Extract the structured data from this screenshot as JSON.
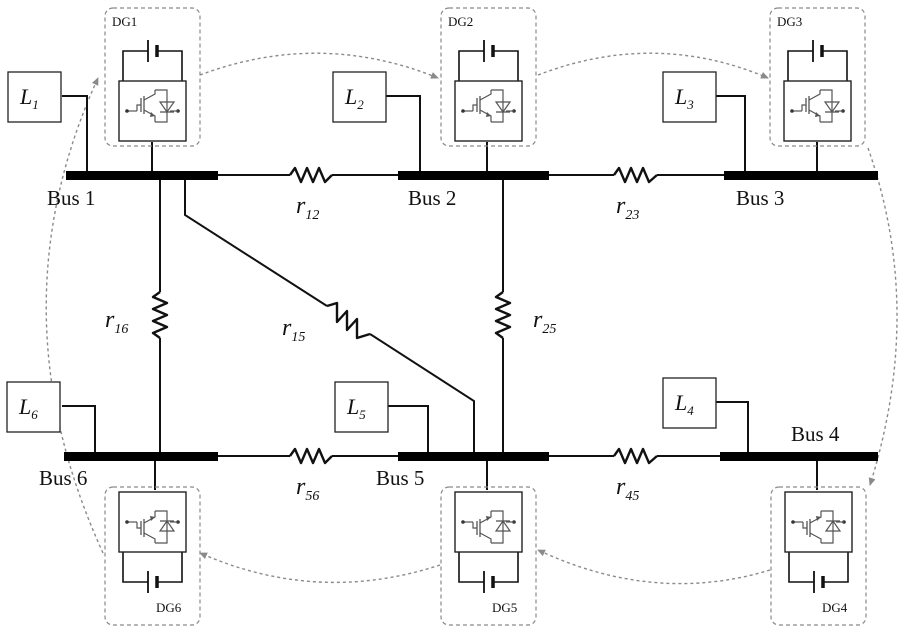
{
  "buses": [
    {
      "id": "bus1",
      "label": "Bus 1"
    },
    {
      "id": "bus2",
      "label": "Bus 2"
    },
    {
      "id": "bus3",
      "label": "Bus 3"
    },
    {
      "id": "bus4",
      "label": "Bus 4"
    },
    {
      "id": "bus5",
      "label": "Bus 5"
    },
    {
      "id": "bus6",
      "label": "Bus 6"
    }
  ],
  "loads": [
    {
      "id": "L1",
      "base": "L",
      "sub": "1"
    },
    {
      "id": "L2",
      "base": "L",
      "sub": "2"
    },
    {
      "id": "L3",
      "base": "L",
      "sub": "3"
    },
    {
      "id": "L4",
      "base": "L",
      "sub": "4"
    },
    {
      "id": "L5",
      "base": "L",
      "sub": "5"
    },
    {
      "id": "L6",
      "base": "L",
      "sub": "6"
    }
  ],
  "lines": [
    {
      "id": "r12",
      "base": "r",
      "sub": "12"
    },
    {
      "id": "r23",
      "base": "r",
      "sub": "23"
    },
    {
      "id": "r16",
      "base": "r",
      "sub": "16"
    },
    {
      "id": "r15",
      "base": "r",
      "sub": "15"
    },
    {
      "id": "r25",
      "base": "r",
      "sub": "25"
    },
    {
      "id": "r56",
      "base": "r",
      "sub": "56"
    },
    {
      "id": "r45",
      "base": "r",
      "sub": "45"
    }
  ],
  "generators": [
    {
      "id": "DG1",
      "label": "DG1"
    },
    {
      "id": "DG2",
      "label": "DG2"
    },
    {
      "id": "DG3",
      "label": "DG3"
    },
    {
      "id": "DG4",
      "label": "DG4"
    },
    {
      "id": "DG5",
      "label": "DG5"
    },
    {
      "id": "DG6",
      "label": "DG6"
    }
  ],
  "communication_ring": [
    "DG1",
    "DG2",
    "DG3",
    "DG4",
    "DG5",
    "DG6",
    "DG1"
  ],
  "colors": {
    "wire": "#111111",
    "bus": "#000000",
    "dashed": "#8a8a8a",
    "converter": "#555555"
  }
}
